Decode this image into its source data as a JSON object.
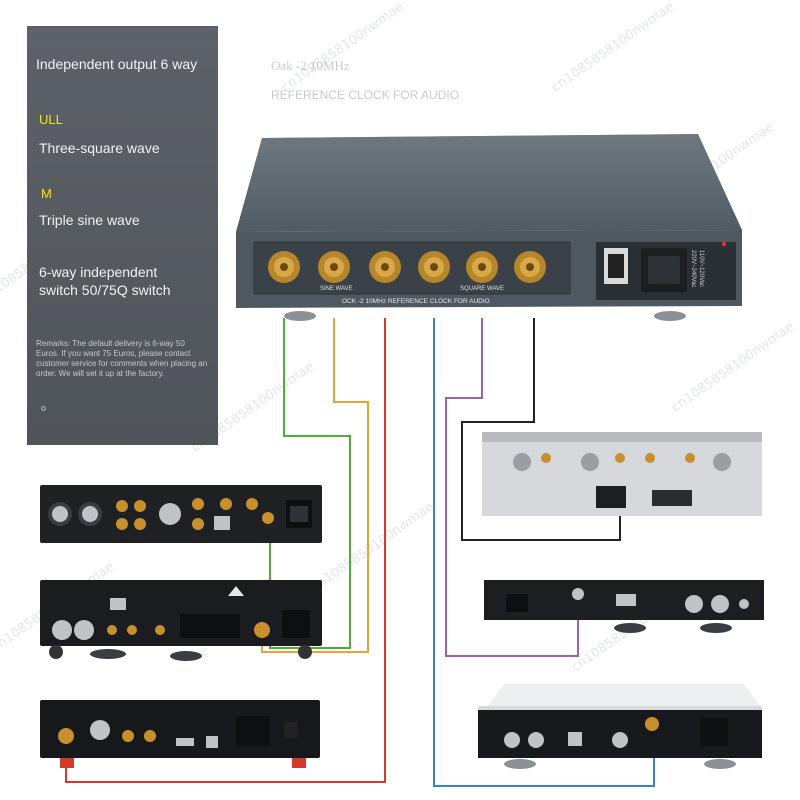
{
  "panel": {
    "line1": "Independent output 6 way",
    "ull": "ULL",
    "line2": "Three-square wave",
    "m": "M",
    "line3": "Triple sine wave",
    "line4a": "6-way independent",
    "line4b": "switch 50/75Q switch",
    "remarks": "Remarks: The default delivery is 6-way 50 Euros. If you want 75 Euros, please contact customer service for comments when placing an order. We will set it up at the factory.",
    "dot": "o"
  },
  "header": {
    "title": "Oak -2 10MHz",
    "subtitle": "REFERENCE CLOCK FOR AUDIO"
  },
  "clock_device": {
    "panel_text": "OCK -2  10MHz REFERENCE CLOCK FOR AUDIO",
    "sine_label": "SINE WAVE",
    "square_label": "SQUARE WAVE",
    "voltage_a": "110V~120Vac",
    "voltage_b": "220V~240Vac"
  },
  "watermark": "cn1085858100nwmae",
  "colors": {
    "green": "#4caf3a",
    "orange": "#e8a23a",
    "red": "#d43a2a",
    "blue": "#3a82c8",
    "purple": "#9a62a8",
    "black": "#222222",
    "highlight": "#f0e418"
  }
}
